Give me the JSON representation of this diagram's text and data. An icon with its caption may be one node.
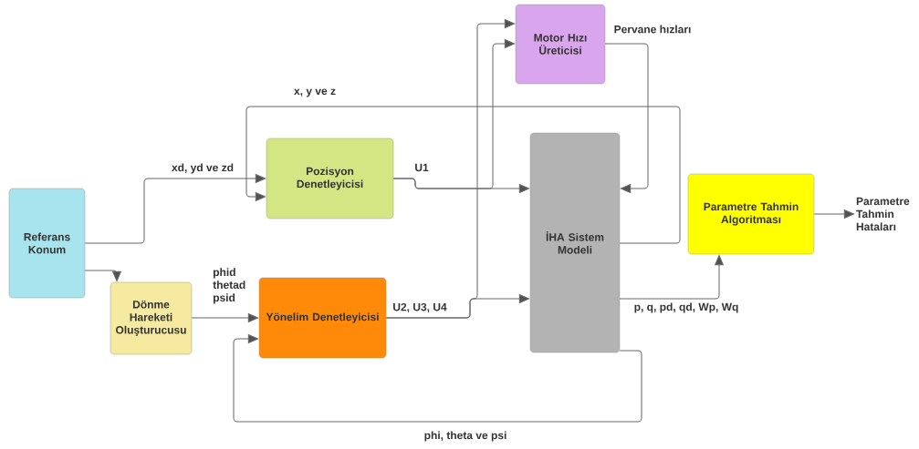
{
  "diagram": {
    "nodes": [
      {
        "text": [
          "Referans Konum"
        ]
      },
      {
        "text": [
          "Pozisyon Denetleyicisi"
        ]
      },
      {
        "text": [
          "Dönme Hareketi Oluşturucusu"
        ]
      },
      {
        "text": [
          "Yönelim Denetleyicisi"
        ]
      },
      {
        "text": [
          "Motor Hızı Üreticisi"
        ]
      },
      {
        "text": [
          "İHA Sistem Modeli"
        ]
      },
      {
        "text": [
          "Parametre Tahmin Algoritması"
        ]
      },
      {
        "text": [
          "Parametre Tahmin Hataları"
        ]
      }
    ],
    "edges": [
      {
        "from": 0,
        "to": 1,
        "arrow": "to",
        "label": "xd, yd ve zd"
      },
      {
        "from": 0,
        "to": 2,
        "arrow": "to"
      },
      {
        "from": 2,
        "to": 3,
        "arrow": "to",
        "label": "phid thetad psid"
      },
      {
        "from": 1,
        "to": 5,
        "arrow": "to",
        "label": "U1"
      },
      {
        "from": 1,
        "to": 4,
        "arrow": "to"
      },
      {
        "from": 3,
        "to": 5,
        "arrow": "to",
        "label": "U2, U3, U4"
      },
      {
        "from": 3,
        "to": 4,
        "arrow": "to"
      },
      {
        "from": 4,
        "to": 5,
        "arrow": "to",
        "label": "Pervane hızları"
      },
      {
        "from": 5,
        "to": 1,
        "arrow": "to",
        "label": "x, y ve z"
      },
      {
        "from": 5,
        "to": 6,
        "arrow": "to",
        "label": "p, q, pd, qd, Wp, Wq"
      },
      {
        "from": 6,
        "to": 7,
        "arrow": "to"
      },
      {
        "from": 5,
        "to": 3,
        "arrow": "to",
        "label": "phi, theta ve psi"
      }
    ]
  }
}
